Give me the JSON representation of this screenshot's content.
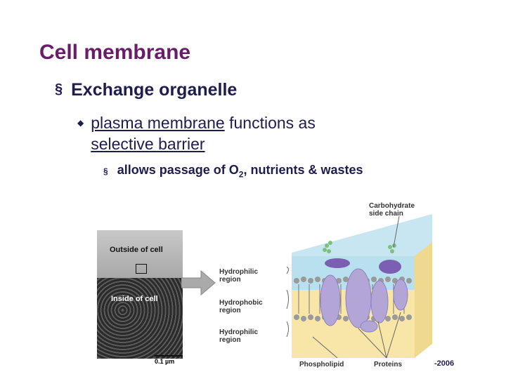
{
  "slide": {
    "title": "Cell membrane",
    "bullet1": {
      "marker": "§",
      "text": "Exchange organelle"
    },
    "bullet2": {
      "marker": "u",
      "underlined": "plasma membrane",
      "text_after": " functions as",
      "underlined2": "selective barrier"
    },
    "bullet3": {
      "marker": "§",
      "pre": "allows passage of O",
      "sub": "2",
      "post": ", nutrients & wastes"
    }
  },
  "micrograph": {
    "outside_label": "Outside of cell",
    "inside_label": "Inside of cell",
    "scale": "0.1 µm"
  },
  "diagram": {
    "carbohydrate_label": [
      "Carbohydrate",
      "side chain"
    ],
    "hydrophilic_top": [
      "Hydrophilic",
      "region"
    ],
    "hydrophobic": [
      "Hydrophobic",
      "region"
    ],
    "hydrophilic_bottom": [
      "Hydrophilic",
      "region"
    ],
    "phospholipid": "Phospholipid",
    "proteins": "Proteins"
  },
  "footer": "-2006",
  "colors": {
    "title": "#6a1b6a",
    "body": "#1d1d50",
    "membrane_top": "#b9e0ee",
    "membrane_bottom": "#f8e6a8",
    "protein": "#b3a6d6",
    "carbohydrate": "#7cc27c"
  }
}
